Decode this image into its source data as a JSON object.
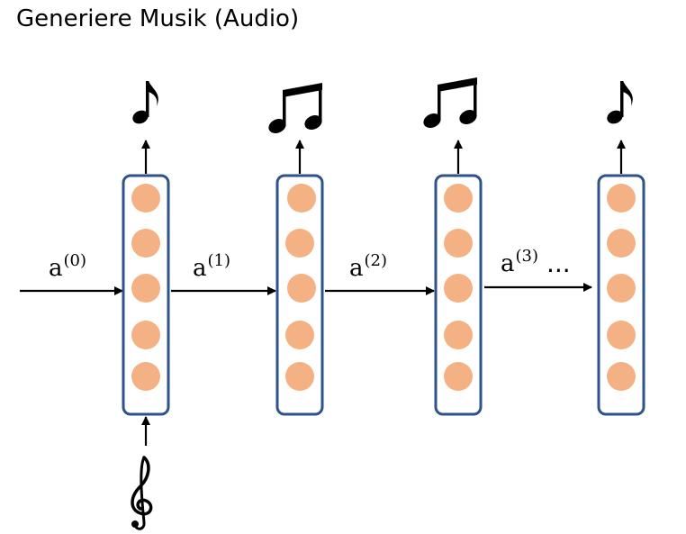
{
  "title": "Generiere Musik (Audio)",
  "colors": {
    "cell_border": "#2f528f",
    "unit_fill": "#f4b183",
    "arrow": "#000000"
  },
  "cells": [
    {
      "units": 5
    },
    {
      "units": 5
    },
    {
      "units": 5
    },
    {
      "units": 5
    }
  ],
  "activations": [
    {
      "base": "a",
      "sup": "(0)"
    },
    {
      "base": "a",
      "sup": "(1)"
    },
    {
      "base": "a",
      "sup": "(2)"
    },
    {
      "base": "a",
      "sup": "(3)"
    }
  ],
  "ellipsis": "...",
  "outputs": [
    {
      "icon": "eighth-note-icon",
      "glyph": "♪"
    },
    {
      "icon": "beamed-notes-icon",
      "glyph": "♫"
    },
    {
      "icon": "beamed-notes-icon",
      "glyph": "♫"
    },
    {
      "icon": "eighth-note-icon",
      "glyph": "♪"
    }
  ],
  "input": {
    "icon": "treble-clef-icon",
    "glyph": "𝄞"
  }
}
